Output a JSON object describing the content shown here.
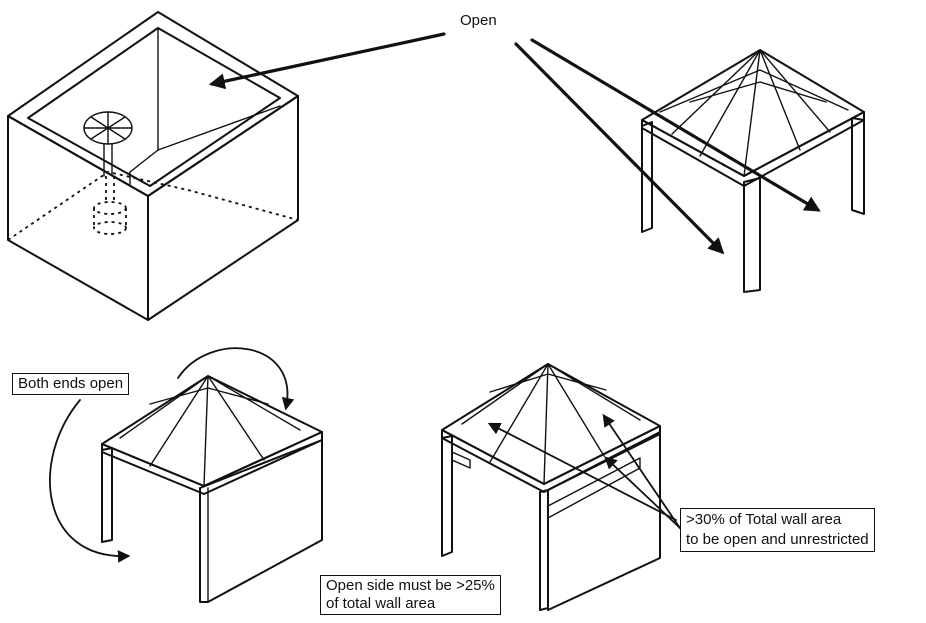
{
  "labels": {
    "open": "Open",
    "both_ends_open": "Both ends open",
    "open_side_line1": "Open side must be >25%",
    "open_side_line2": "of total wall area",
    "thirty_line1": ">30% of Total wall area",
    "thirty_line2": "to be open and unrestricted"
  },
  "icons": {
    "enclosed_box": "open-top-enclosure-figure",
    "canopy_top_right": "four-post-canopy-figure",
    "canopy_bottom_left": "end-open-canopy-figure",
    "canopy_bottom_right": "wall-gap-canopy-figure"
  }
}
